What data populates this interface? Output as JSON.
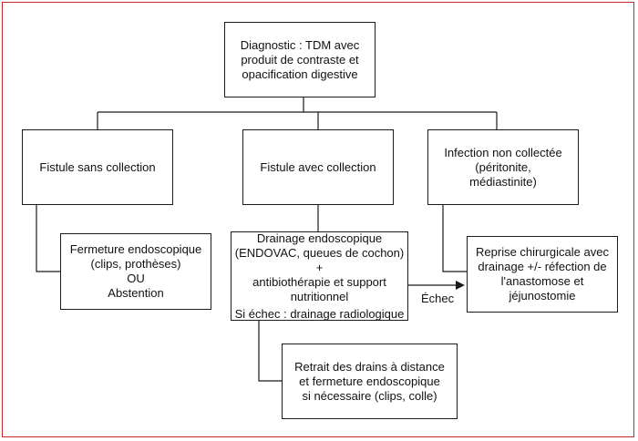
{
  "nodes": {
    "diagnostic": [
      "Diagnostic : TDM avec",
      "produit de contraste et",
      "opacification digestive"
    ],
    "fistule_sans": [
      "Fistule sans collection"
    ],
    "fistule_avec": [
      "Fistule avec collection"
    ],
    "infection": [
      "Infection non collectée",
      "(péritonite,",
      "médiastinite)"
    ],
    "fermeture": [
      "Fermeture endoscopique",
      "(clips, prothèses)",
      "OU",
      "Abstention"
    ],
    "drainage": [
      "Drainage endoscopique",
      "(ENDOVAC, queues de cochon) +",
      "antibiothérapie et support",
      "nutritionnel",
      "Si échec : drainage radiologique"
    ],
    "reprise": [
      "Reprise chirurgicale avec",
      "drainage +/- réfection de",
      "l'anastomose et",
      "jéjunostomie"
    ],
    "retrait": [
      "Retrait des drains à distance",
      "et fermeture endoscopique",
      "si nécessaire (clips, colle)"
    ]
  },
  "edge_labels": {
    "echec": "Échec"
  },
  "colors": {
    "frame": "#c62828",
    "stroke": "#1a1a1a"
  }
}
